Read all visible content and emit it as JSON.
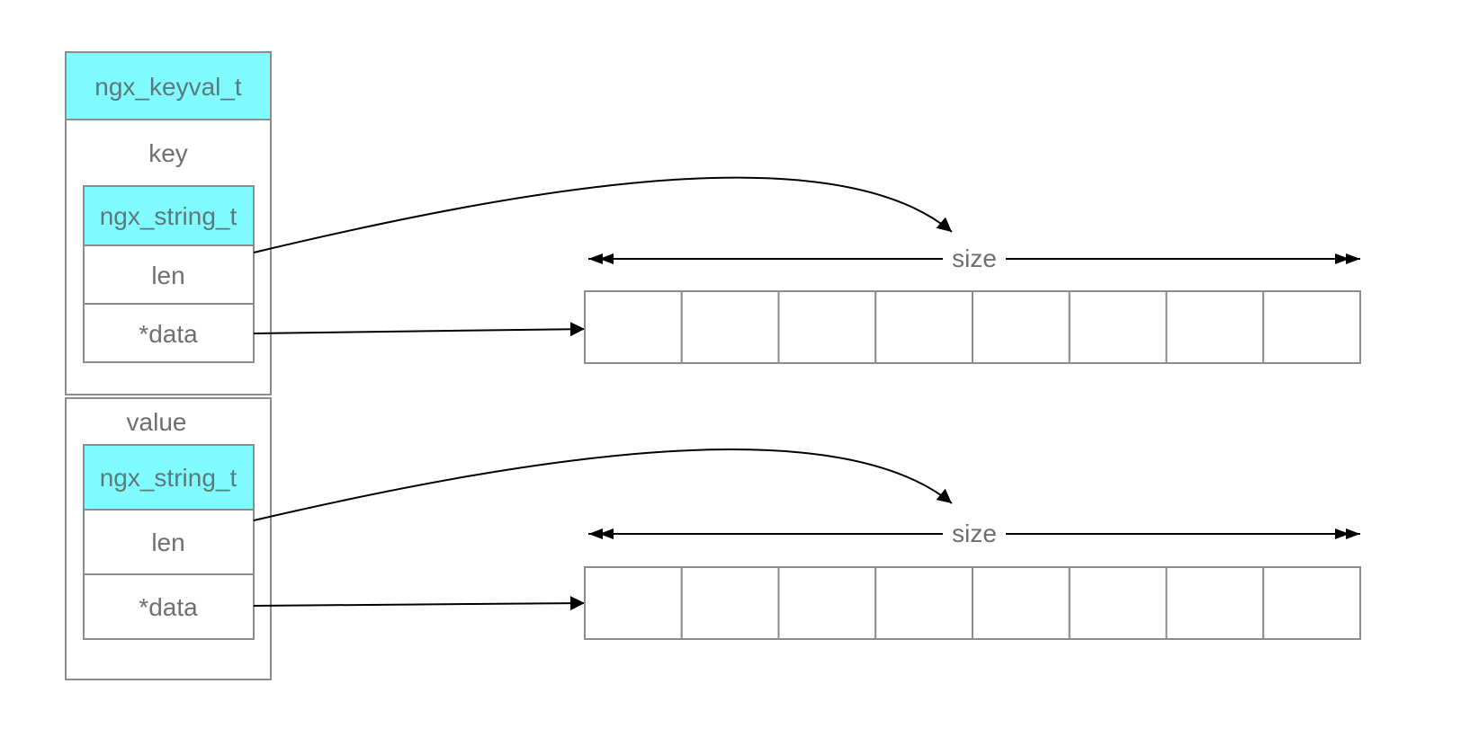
{
  "title": "ngx_keyval_t",
  "fields": [
    {
      "label": "key",
      "struct": {
        "type_label": "ngx_string_t",
        "members": [
          "len",
          "*data"
        ]
      },
      "size_label": "size"
    },
    {
      "label": "value",
      "struct": {
        "type_label": "ngx_string_t",
        "members": [
          "len",
          "*data"
        ]
      },
      "size_label": "size"
    }
  ],
  "buffer_cell_count": 8,
  "colors": {
    "title_fill": "#80fbff",
    "border": "#8c8c8c",
    "text": "#6f6f6f",
    "arrow": "#000000"
  }
}
